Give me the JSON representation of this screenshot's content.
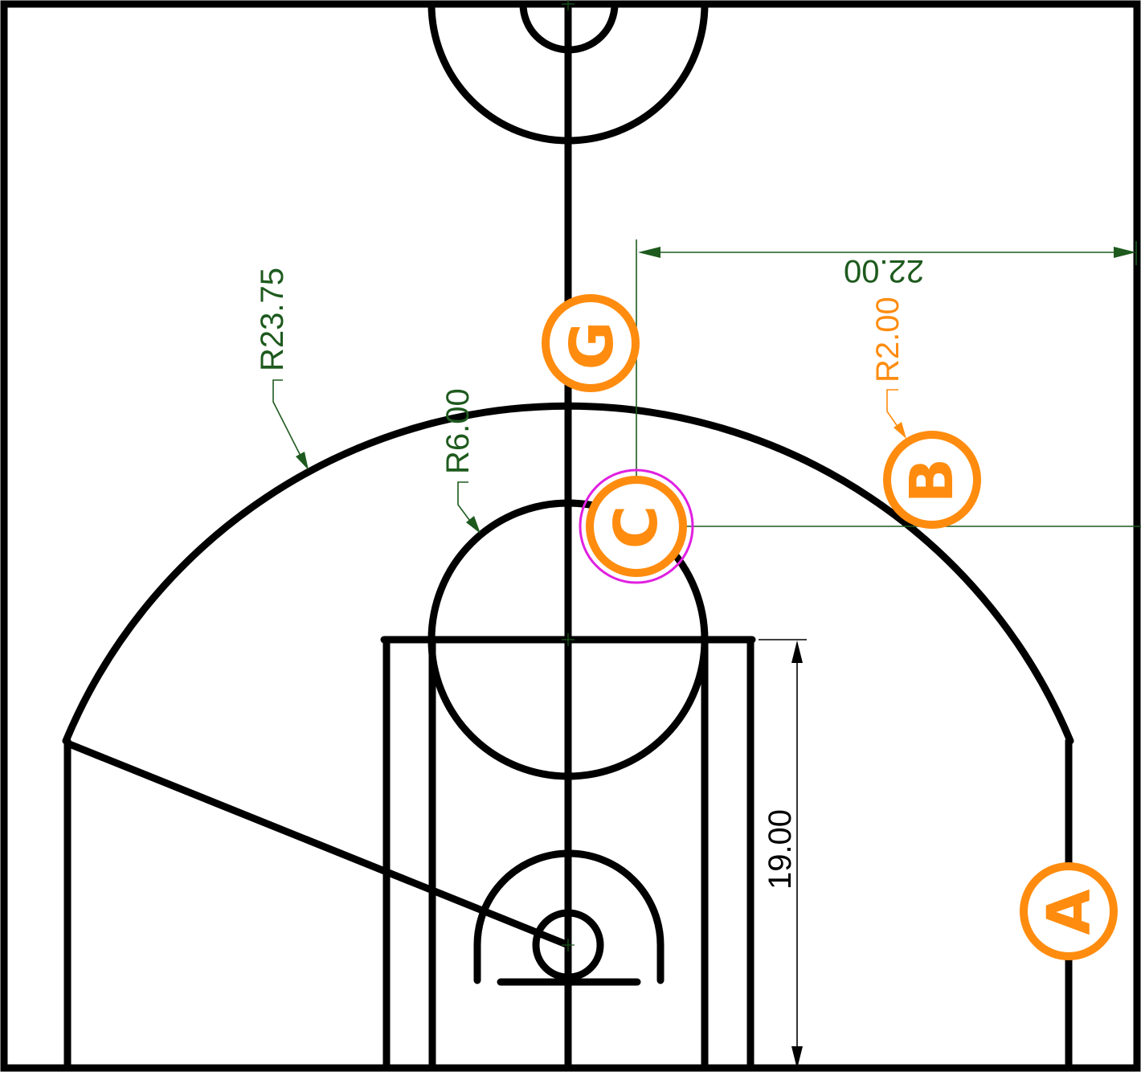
{
  "colors": {
    "court_lines": "#000000",
    "dimension_green": "#1e5a1e",
    "marker_orange": "#ff8c0f",
    "highlight_magenta": "#e020e0",
    "background": "#ffffff"
  },
  "dimensions": {
    "three_point_radius": "R23.75",
    "free_throw_circle_radius": "R6.00",
    "corner_three_distance": "22.00",
    "marker_radius": "R2.00",
    "lane_length": "19.00"
  },
  "markers": {
    "a": "A",
    "b": "B",
    "c": "C",
    "g": "G"
  }
}
